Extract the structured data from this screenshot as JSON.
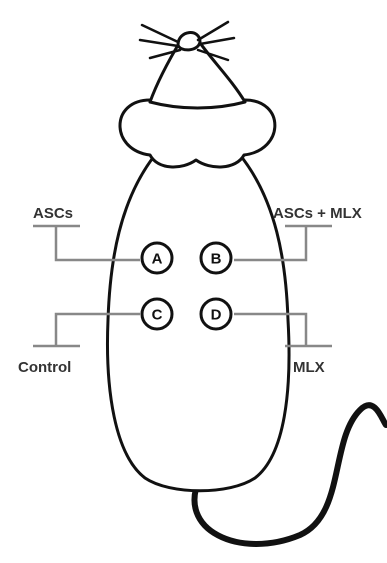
{
  "diagram": {
    "sites": [
      {
        "id": "A",
        "label": "A"
      },
      {
        "id": "B",
        "label": "B"
      },
      {
        "id": "C",
        "label": "C"
      },
      {
        "id": "D",
        "label": "D"
      }
    ],
    "groups": {
      "ascs": "ASCs",
      "ascs_mlx": "ASCs + MLX",
      "control": "Control",
      "mlx": "MLX"
    }
  }
}
